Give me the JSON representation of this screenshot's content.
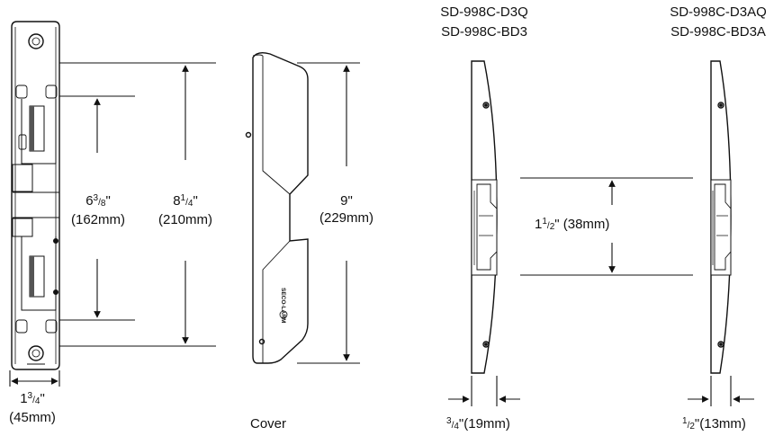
{
  "models": {
    "left": {
      "line1": "SD-998C-D3Q",
      "line2": "SD-998C-BD3"
    },
    "right": {
      "line1": "SD-998C-D3AQ",
      "line2": "SD-998C-BD3A"
    }
  },
  "dimensions": {
    "inner_height": {
      "whole": "6",
      "num": "3",
      "den": "8",
      "unit": "\"",
      "metric": "(162mm)"
    },
    "outer_height": {
      "whole": "8",
      "num": "1",
      "den": "4",
      "unit": "\"",
      "metric": "(210mm)"
    },
    "cover_height": {
      "value": "9\"",
      "metric": "(229mm)"
    },
    "width": {
      "whole": "1",
      "num": "3",
      "den": "4",
      "unit": "\"",
      "metric": "(45mm)"
    },
    "spacing": {
      "whole": "1",
      "num": "1",
      "den": "2",
      "unit": "\"",
      "metric": " (38mm)"
    },
    "depth_left": {
      "num": "3",
      "den": "4",
      "unit": "\"",
      "metric": "(19mm)"
    },
    "depth_right": {
      "num": "1",
      "den": "2",
      "unit": "\"",
      "metric": "(13mm)"
    }
  },
  "labels": {
    "cover": "Cover"
  }
}
